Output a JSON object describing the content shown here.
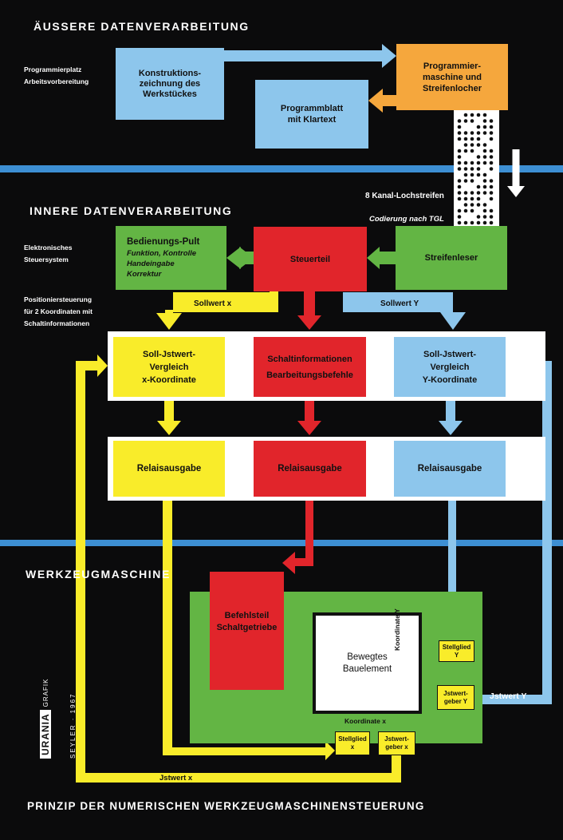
{
  "sections": {
    "outer": "ÄUSSERE DATENVERARBEITUNG",
    "inner": "INNERE DATENVERARBEITUNG",
    "machine": "WERKZEUGMASCHINE",
    "footer": "PRINZIP DER NUMERISCHEN WERKZEUGMASCHINENSTEUERUNG"
  },
  "side_labels": {
    "programming": "Programmierplatz\nArbeitsvorbereitung",
    "electronic": "Elektronisches\nSteuersystem",
    "positioning": "Positioniersteuerung\nfür 2 Koordinaten mit\nSchaltinformationen"
  },
  "boxes": {
    "drawing": "Konstruktions-\nzeichnung des\nWerkstückes",
    "programming_machine": "Programmier-\nmaschine und\nStreifenlocher",
    "program_sheet": "Programmblatt\nmit Klartext",
    "control_panel_title": "Bedienungs-Pult",
    "control_panel_items": "Funktion, Kontrolle\nHandeingabe\nKorrektur",
    "control_unit": "Steuerteil",
    "tape_reader": "Streifenleser",
    "compare_x": "Soll-Jstwert-\nVergleich\nx-Koordinate",
    "switch_info": "Schaltinformationen\nBearbeitungsbefehle",
    "compare_y": "Soll-Jstwert-\nVergleich\nY-Koordinate",
    "relay_x": "Relaisausgabe",
    "relay_mid": "Relaisausgabe",
    "relay_y": "Relaisausgabe",
    "command_part": "Befehlsteil\nSchaltgetriebe",
    "moving_part": "Bewegtes\nBauelement",
    "actuator_y": "Stellglied\nY",
    "sensor_y": "Jstwert-\ngeber Y",
    "actuator_x": "Stellglied\nx",
    "sensor_x": "Jstwert-\ngeber x"
  },
  "flow_labels": {
    "tape_title": "8 Kanal-Lochstreifen",
    "tape_sub": "Codierung nach TGL",
    "setpoint_x": "Sollwert x",
    "setpoint_y": "Sollwert Y",
    "actual_y": "Jstwert Y",
    "actual_x": "Jstwert x",
    "coord_x": "Koordinate x",
    "coord_y": "Koordinate Y"
  },
  "logo": {
    "brand": "URANIA",
    "sub": "GRAFIK",
    "credit": "SEYLER · 1967"
  },
  "colors": {
    "background": "#0b0b0c",
    "divider": "#3d8fd3",
    "yellow": "#f9ec2a",
    "red": "#e1252b",
    "blue": "#8dc6ec",
    "orange": "#f5a73d",
    "green": "#63b544"
  }
}
